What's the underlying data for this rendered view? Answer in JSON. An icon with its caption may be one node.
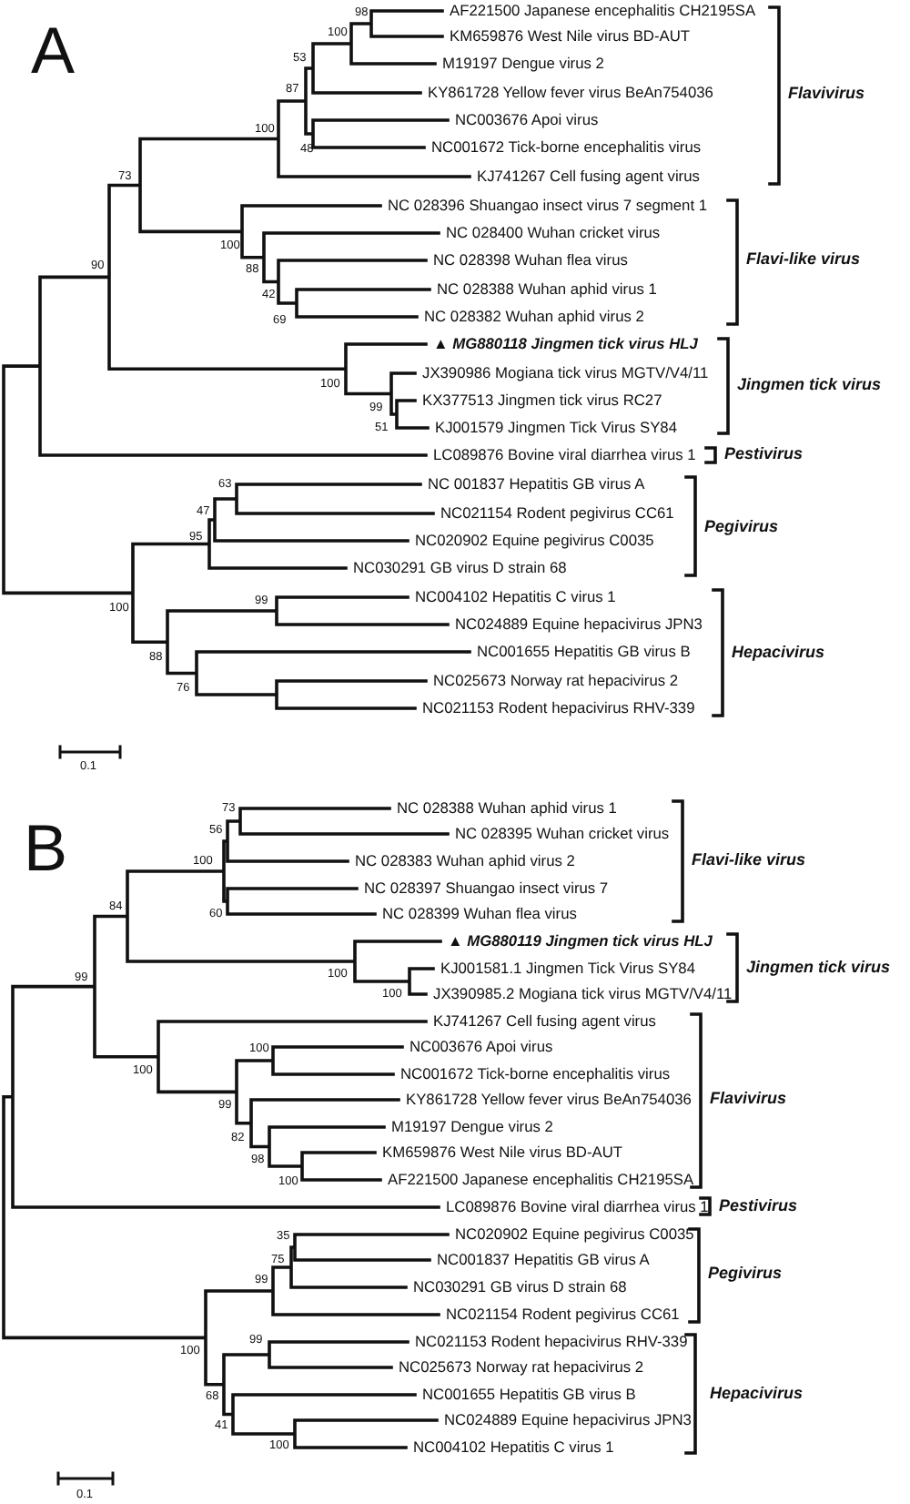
{
  "diagram": {
    "labels": [
      "A",
      "98",
      "AF221500 Japanese encephalitis CH2195SA",
      "100",
      "KM659876 West Nile virus BD-AUT",
      "53",
      "M19197 Dengue virus 2",
      "87",
      "KY861728 Yellow fever virus BeAn754036",
      "Flavivirus",
      "NC003676 Apoi virus",
      "100",
      "NC001672 Tick-borne encephalitis virus",
      "48",
      "73",
      "KJ741267 Cell fusing agent virus",
      "NC 028396 Shuangao insect virus 7 segment 1",
      "NC 028400 Wuhan cricket virus",
      "100",
      "NC 028398 Wuhan flea virus",
      "Flavi-like virus",
      "90",
      "88",
      "NC 028388 Wuhan aphid virus 1",
      "42",
      "NC 028382 Wuhan aphid virus 2",
      "69",
      "▲ MG880118 Jingmen tick virus HLJ",
      "JX390986 Mogiana tick virus MGTV/V4/11",
      "100",
      "Jingmen tick virus",
      "99",
      "KX377513 Jingmen tick virus RC27",
      "51",
      "KJ001579 Jingmen Tick Virus SY84",
      "LC089876 Bovine viral diarrhea virus 1",
      "Pestivirus",
      "63",
      "NC 001837 Hepatitis GB virus A",
      "47",
      "NC021154 Rodent pegivirus CC61",
      "Pegivirus",
      "95",
      "NC020902 Equine pegivirus C0035",
      "NC030291 GB virus D strain 68",
      "99",
      "NC004102 Hepatitis C virus 1",
      "100",
      "NC024889 Equine hepacivirus JPN3",
      "NC001655 Hepatitis GB virus B",
      "Hepacivirus",
      "88",
      "NC025673 Norway rat hepacivirus 2",
      "76",
      "NC021153 Rodent hepacivirus RHV-339",
      "0.1",
      "B",
      "73",
      "NC 028388 Wuhan aphid virus 1",
      "56",
      "NC 028395 Wuhan cricket virus",
      "100",
      "NC 028383 Wuhan aphid virus 2",
      "Flavi-like virus",
      "NC 028397 Shuangao insect virus 7",
      "84",
      "60",
      "NC 028399 Wuhan flea virus",
      "▲ MG880119 Jingmen tick virus HLJ",
      "KJ001581.1 Jingmen Tick Virus SY84",
      "Jingmen tick virus",
      "100",
      "99",
      "100",
      "JX390985.2 Mogiana tick virus MGTV/V4/11",
      "KJ741267 Cell fusing agent virus",
      "NC003676 Apoi virus",
      "100",
      "100",
      "NC001672 Tick-borne encephalitis virus",
      "KY861728 Yellow fever virus BeAn754036",
      "Flavivirus",
      "99",
      "M19197 Dengue virus 2",
      "82",
      "KM659876 West Nile virus BD-AUT",
      "98",
      "AF221500 Japanese encephalitis CH2195SA",
      "100",
      "LC089876 Bovine viral diarrhea virus 1",
      "Pestivirus",
      "NC020902 Equine pegivirus C0035",
      "35",
      "75",
      "NC001837 Hepatitis GB virus A",
      "Pegivirus",
      "99",
      "NC030291 GB virus D strain 68",
      "NC021154 Rodent pegivirus CC61",
      "99",
      "NC021153 Rodent hepacivirus RHV-339",
      "100",
      "NC025673 Norway rat hepacivirus 2",
      "NC001655 Hepatitis GB virus B",
      "Hepacivirus",
      "68",
      "NC024889 Equine hepacivirus JPN3",
      "41",
      "NC004102 Hepatitis C virus 1",
      "100",
      "0.1"
    ]
  }
}
